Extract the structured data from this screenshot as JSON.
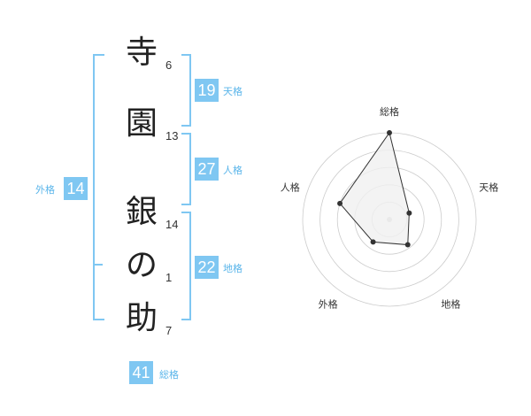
{
  "name_chars": [
    {
      "char": "寺",
      "strokes": "6"
    },
    {
      "char": "園",
      "strokes": "13"
    },
    {
      "char": "銀",
      "strokes": "14"
    },
    {
      "char": "の",
      "strokes": "1"
    },
    {
      "char": "助",
      "strokes": "7"
    }
  ],
  "kakusu": {
    "tenkaku": {
      "value": "19",
      "label": "天格"
    },
    "jinkaku": {
      "value": "27",
      "label": "人格"
    },
    "chikaku": {
      "value": "22",
      "label": "地格"
    },
    "gaikaku": {
      "value": "14",
      "label": "外格"
    },
    "soukaku": {
      "value": "41",
      "label": "総格"
    }
  },
  "chart_data": {
    "type": "radar",
    "axes": [
      "総格",
      "天格",
      "地格",
      "外格",
      "人格"
    ],
    "values": [
      5,
      1.2,
      1.8,
      1.6,
      3
    ],
    "max": 5,
    "rings": 5,
    "colors": {
      "fill": "#f0f0f0",
      "stroke": "#333333",
      "grid": "#cccccc",
      "center": "#cccccc",
      "accent": "#7fc7f2"
    }
  }
}
